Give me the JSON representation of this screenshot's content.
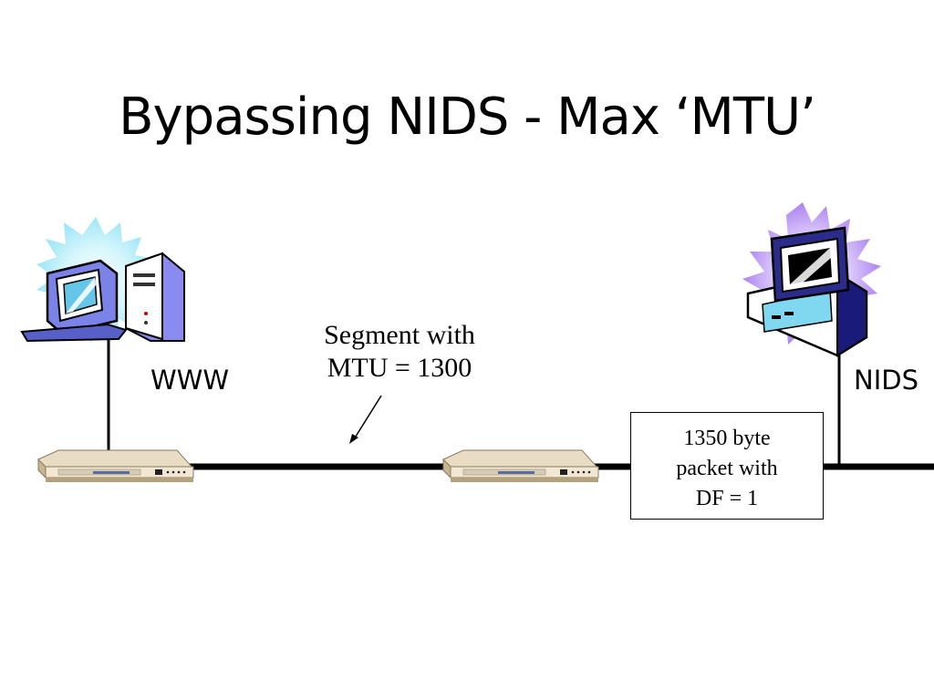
{
  "slide": {
    "title": "Bypassing NIDS - Max ‘MTU’"
  },
  "nodes": {
    "www": {
      "label": "WWW",
      "icon": "web-server-computer-icon"
    },
    "nids": {
      "label": "NIDS",
      "icon": "nids-computer-icon"
    },
    "router_left": {
      "icon": "router-icon"
    },
    "router_middle": {
      "icon": "router-icon"
    }
  },
  "annotations": {
    "segment_line1": "Segment with",
    "segment_line2": "MTU = 1300",
    "packet_line1": "1350 byte",
    "packet_line2": "packet with",
    "packet_line3": "DF = 1"
  },
  "colors": {
    "network_line": "#000000",
    "www_glow": "#a8ecf8",
    "nids_glow": "#b58cf2",
    "monitor_blue": "#7b83e8",
    "router_body": "#e8dcc4"
  }
}
